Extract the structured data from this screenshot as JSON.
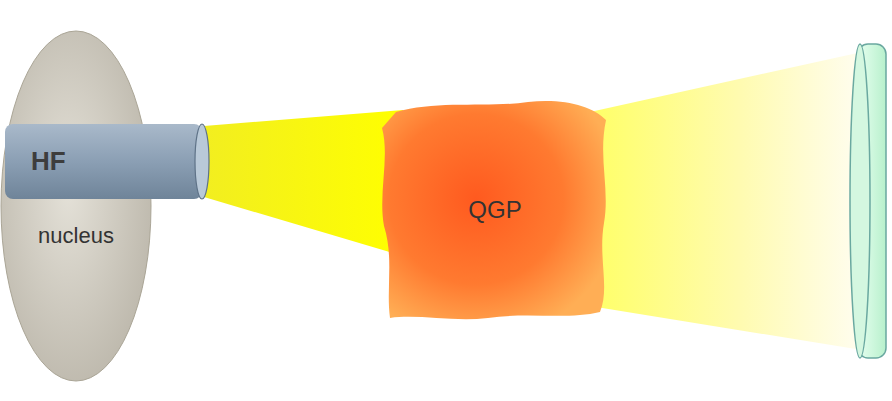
{
  "diagram": {
    "nodes": [
      {
        "text": [
          "nucleus"
        ]
      },
      {
        "text": [
          "HF"
        ],
        "in": 0
      },
      {
        "text": [
          "QGP"
        ]
      }
    ],
    "edges": [
      {
        "from": 1,
        "to": 2,
        "arrow": "none"
      }
    ]
  }
}
